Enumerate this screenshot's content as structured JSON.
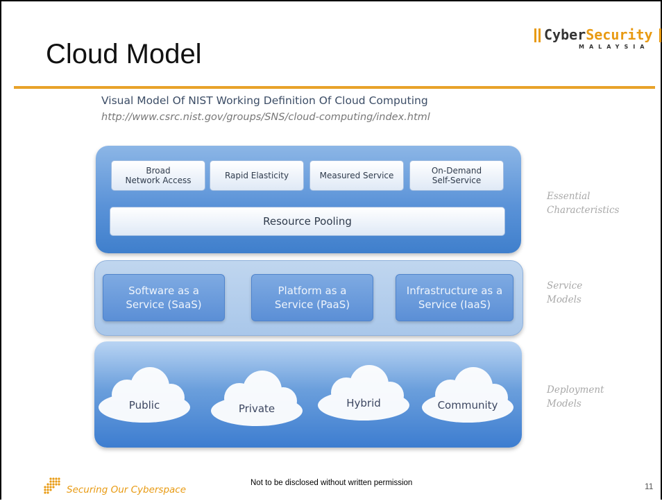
{
  "slide": {
    "title": "Cloud Model",
    "logo": {
      "part1": "Cyber",
      "part2": "Security",
      "sub": "MALAYSIA"
    },
    "page_number": "11",
    "footer_tagline": "Securing Our Cyberspace",
    "footer_note": "Not to be disclosed without written permission"
  },
  "diagram": {
    "heading": "Visual Model Of NIST Working Definition Of Cloud Computing",
    "url": "http://www.csrc.nist.gov/groups/SNS/cloud-computing/index.html",
    "essential": {
      "side_label_1": "Essential",
      "side_label_2": "Characteristics",
      "items": [
        {
          "line1": "Broad",
          "line2": "Network Access"
        },
        {
          "line1": "Rapid Elasticity",
          "line2": ""
        },
        {
          "line1": "Measured Service",
          "line2": ""
        },
        {
          "line1": "On-Demand",
          "line2": "Self-Service"
        }
      ],
      "pooling": "Resource Pooling"
    },
    "service": {
      "side_label_1": "Service",
      "side_label_2": "Models",
      "items": [
        {
          "line1": "Software as a",
          "line2": "Service (SaaS)"
        },
        {
          "line1": "Platform as a",
          "line2": "Service (PaaS)"
        },
        {
          "line1": "Infrastructure as a",
          "line2": "Service (IaaS)"
        }
      ]
    },
    "deployment": {
      "side_label_1": "Deployment",
      "side_label_2": "Models",
      "items": [
        "Public",
        "Private",
        "Hybrid",
        "Community"
      ]
    }
  },
  "colors": {
    "accent": "#e8a22a",
    "layer_blue": "#5b93d8",
    "text_dark": "#3c4d66"
  }
}
